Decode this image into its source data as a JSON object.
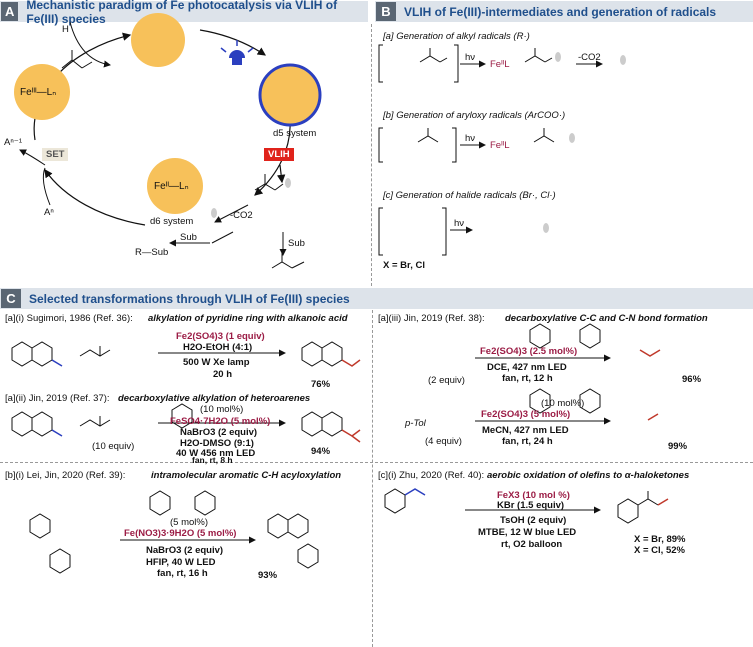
{
  "panel_a": {
    "badge": "A",
    "title": "Mechanistic paradigm of Fe photocatalysis via VLIH of Fe(III) species",
    "vlih": "VLIH",
    "set": "SET",
    "d5": "d5 system",
    "d6": "d6 system",
    "co2": "-CO2",
    "sub1": "Sub",
    "sub2": "Sub",
    "rsub": "R—Sub",
    "an1": "Aⁿ⁻¹",
    "an": "Aⁿ",
    "fe3": "Feᴵᴵᴵ—Lₙ",
    "fe2": "Feᴵᴵ—Lₙ"
  },
  "panel_b": {
    "badge": "B",
    "title": "VLIH of Fe(III)-intermediates and generation of radicals",
    "a": "[a] Generation of alkyl radicals (R·)",
    "b": "[b] Generation of aryloxy radicals (ArCOO·)",
    "c": "[c] Generation of halide radicals (Br·, Cl·)",
    "hv": "hν",
    "co2": "-CO2",
    "feL": "FeᴵᴵL",
    "xbrcl": "X = Br, Cl"
  },
  "panel_c": {
    "badge": "C",
    "title": "Selected transformations through VLIH of Fe(III) species",
    "ai_ref": "[a](i) Sugimori, 1986 (Ref. 36):",
    "ai_desc": "alkylation of pyridine ring with alkanoic acid",
    "ai_cat": "Fe2(SO4)3 (1 equiv)",
    "ai_solv": "H2O-EtOH (4:1)",
    "ai_light": "500 W Xe lamp",
    "ai_time": "20 h",
    "ai_yield": "76%",
    "aii_ref": "[a](ii) Jin, 2019 (Ref. 37):",
    "aii_desc": "decarboxylative alkylation of heteroarenes",
    "aii_lig": "(10 mol%)",
    "aii_cat": "FeSO4·7H2O (5 mol%)",
    "aii_ox": "NaBrO3 (2 equiv)",
    "aii_solv": "H2O-DMSO (9:1)",
    "aii_light": "40 W 456 nm LED",
    "aii_cond": "fan, rt, 8 h",
    "aii_equiv": "(10 equiv)",
    "aii_yield": "94%",
    "aiii_ref": "[a](iii) Jin, 2019 (Ref. 38):",
    "aiii_desc": "decarboxylative C-C and C-N bond formation",
    "aiii_cat1": "Fe2(SO4)3 (2.5 mol%)",
    "aiii_cond1": "DCE, 427 nm LED",
    "aiii_time1": "fan, rt, 12 h",
    "aiii_equiv1": "(2 equiv)",
    "aiii_yield1": "96%",
    "aiii_lig2": "(10 mol%)",
    "aiii_cat2": "Fe2(SO4)3 (5 mol%)",
    "aiii_cond2": "MeCN, 427 nm LED",
    "aiii_time2": "fan, rt, 24 h",
    "aiii_equiv2": "(4 equiv)",
    "aiii_yield2": "99%",
    "ptol": "p-Tol",
    "bi_ref": "[b](i) Lei, Jin, 2020 (Ref. 39):",
    "bi_desc": "intramolecular aromatic C-H acyloxylation",
    "bi_lig": "(5 mol%)",
    "bi_cat": "Fe(NO3)3·9H2O (5 mol%)",
    "bi_ox": "NaBrO3 (2 equiv)",
    "bi_light": "HFIP, 40 W LED",
    "bi_cond": "fan, rt, 16 h",
    "bi_yield": "93%",
    "ci_ref": "[c](i) Zhu, 2020 (Ref. 40):",
    "ci_desc": "aerobic oxidation of olefins to α-haloketones",
    "ci_cat": "FeX3 (10 mol %)",
    "ci_kbr": "KBr (1.5 equiv)",
    "ci_acid": "TsOH (2 equiv)",
    "ci_light": "MTBE, 12 W blue LED",
    "ci_cond": "rt, O2 balloon",
    "ci_y1": "X = Br, 89%",
    "ci_y2": "X = Cl, 52%"
  }
}
